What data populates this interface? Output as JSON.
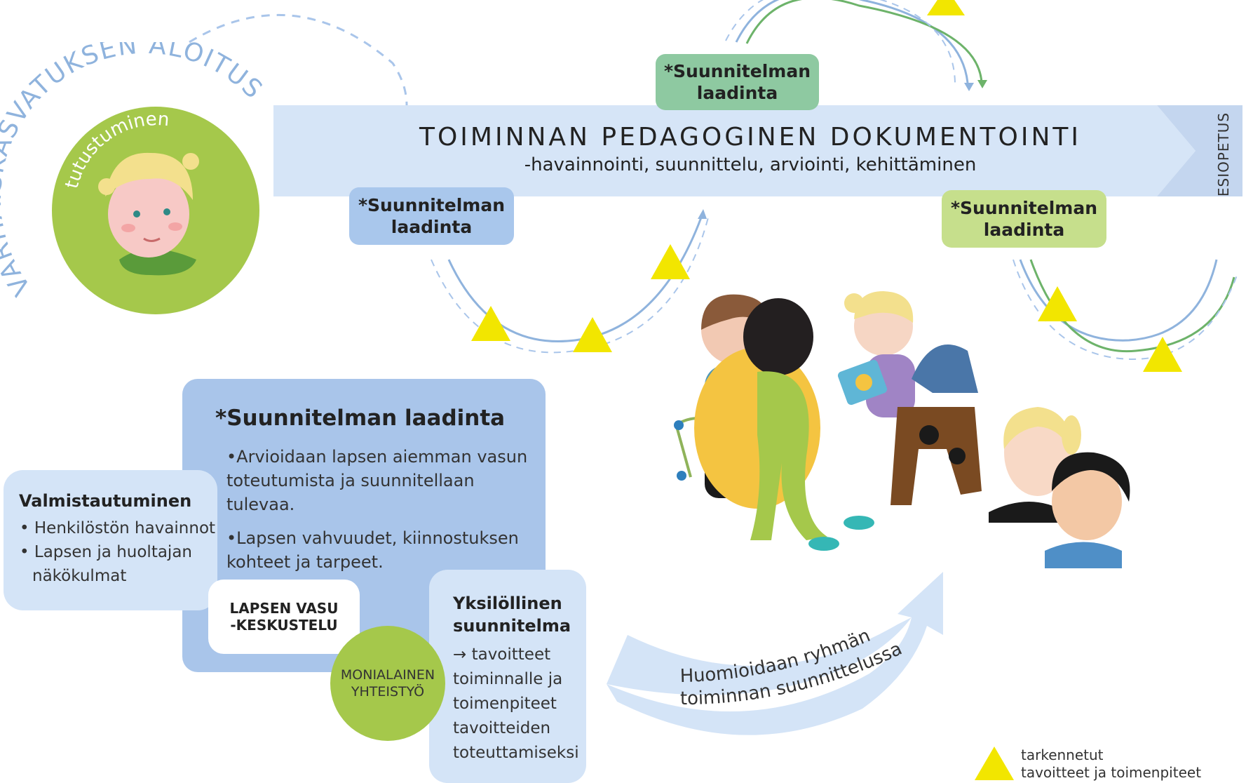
{
  "start_arc_label": "VARHAISKASVATUKSEN ALOITUS",
  "intro_circle_label": "tutustuminen",
  "banner": {
    "title": "TOIMINNAN PEDAGOGINEN DOKUMENTOINTI",
    "subtitle": "-havainnointi, suunnittelu, arviointi, kehittäminen",
    "end_label": "ESIOPETUS"
  },
  "plan_pills": [
    {
      "line1": "*Suunnitelman",
      "line2": "laadinta",
      "color": "#8ec9a1"
    },
    {
      "line1": "*Suunnitelman",
      "line2": "laadinta",
      "color": "#a9c7ec"
    },
    {
      "line1": "*Suunnitelman",
      "line2": "laadinta",
      "color": "#c6df8c"
    }
  ],
  "plan_box": {
    "title": "*Suunnitelman laadinta",
    "bullets": [
      "•Arvioidaan lapsen aiemman vasun toteutumista ja suunnitellaan tulevaa.",
      "•Lapsen vahvuudet, kiinnostuksen kohteet ja tarpeet."
    ]
  },
  "preparation_box": {
    "title": "Valmistautuminen",
    "items": [
      "• Henkilöstön havainnot",
      "• Lapsen ja huoltajan näkökulmat"
    ]
  },
  "vasu_discussion": {
    "line1": "LAPSEN VASU",
    "line2": "-KESKUSTELU"
  },
  "multiprofessional": {
    "line1": "MONIALAINEN",
    "line2": "YHTEISTYÖ"
  },
  "individual_plan": {
    "title_line1": "Yksilöllinen",
    "title_line2": "suunnitelma",
    "lines": [
      "→ tavoitteet",
      "toiminnalle ja",
      "toimenpiteet",
      "tavoitteiden",
      "toteuttamiseksi"
    ]
  },
  "group_arrow_text": {
    "line1": "Huomioidaan ryhmän",
    "line2": "toiminnan suunnittelussa"
  },
  "legend": {
    "line1": "tarkennetut",
    "line2": "tavoitteet ja toimenpiteet"
  },
  "colors": {
    "banner": "#d6e5f7",
    "plan_box": "#a9c5ea",
    "light_box": "#d4e4f7",
    "green_circle": "#a5c84b",
    "triangle": "#f2e600",
    "arc_blue": "#8fb3dd",
    "arc_green": "#6db36a"
  }
}
